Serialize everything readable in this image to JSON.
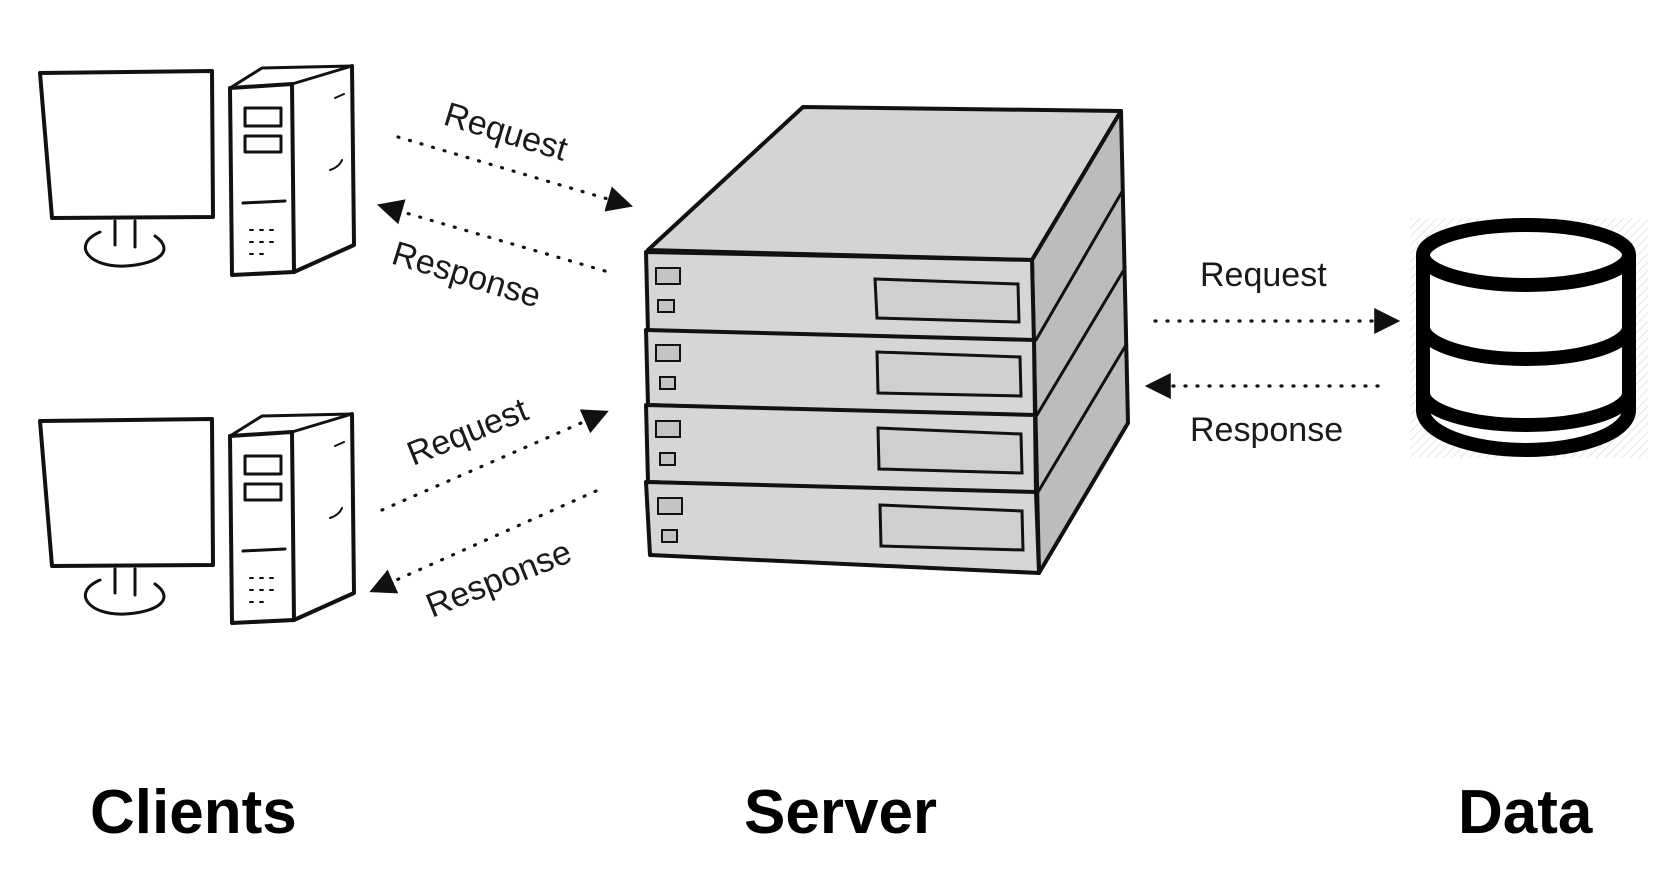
{
  "labels": {
    "clients": "Clients",
    "server": "Server",
    "data": "Data"
  },
  "arrows": {
    "client1_request": "Request",
    "client1_response": "Response",
    "client2_request": "Request",
    "client2_response": "Response",
    "data_request": "Request",
    "data_response": "Response"
  },
  "icons": [
    "desktop-computer-icon",
    "desktop-computer-icon",
    "server-rack-icon",
    "database-icon"
  ],
  "colors": {
    "ink": "#111111",
    "server_face": "#d4d4d4",
    "server_side": "#bcbcbc"
  }
}
